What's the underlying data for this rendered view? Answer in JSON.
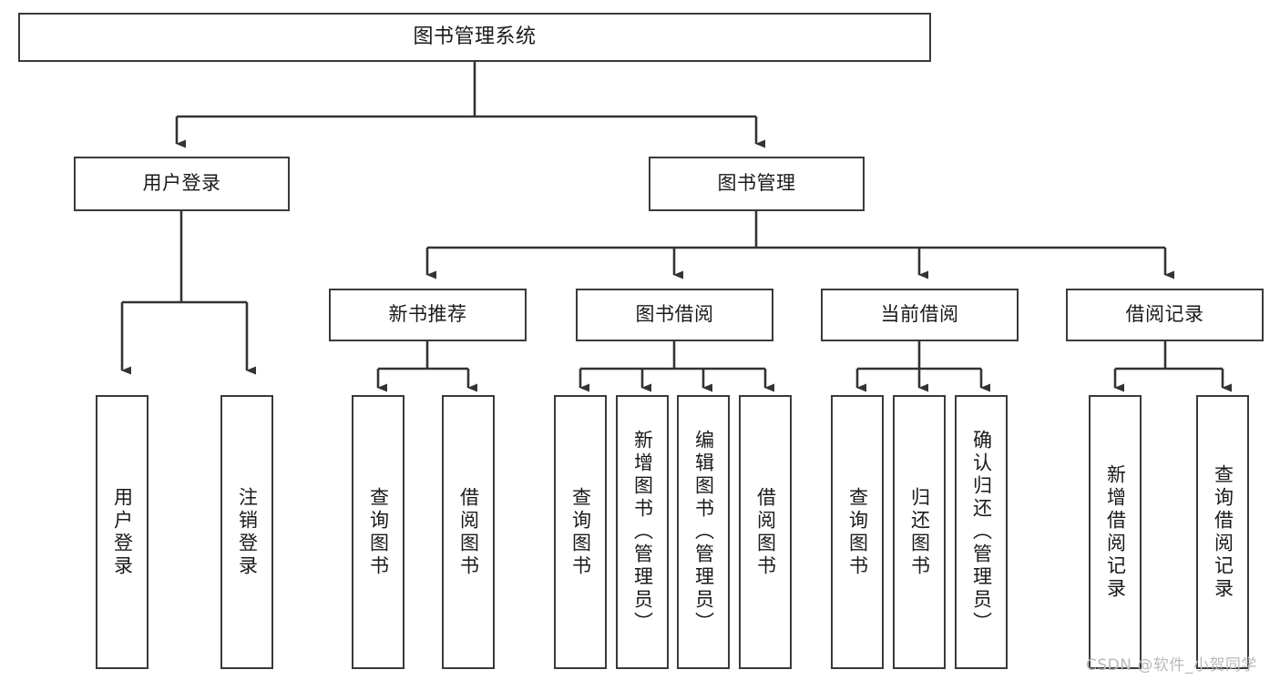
{
  "diagram": {
    "title": "图书管理系统",
    "type": "功能结构图",
    "style": {
      "box_border_color": "#3a3a3a",
      "box_fill_color": "#ffffff",
      "connector_color": "#333333",
      "text_color": "#1a1a1a",
      "background": "#ffffff",
      "watermark_color": "#b9b9b9"
    },
    "watermark": "CSDN @软件_小贺同学",
    "nodes": {
      "root": {
        "label": "图书管理系统"
      },
      "level2": [
        {
          "id": "user-login",
          "label": "用户登录"
        },
        {
          "id": "book-manage",
          "label": "图书管理"
        }
      ],
      "level3": [
        {
          "id": "new-book-recommend",
          "label": "新书推荐"
        },
        {
          "id": "book-borrow",
          "label": "图书借阅"
        },
        {
          "id": "current-borrow",
          "label": "当前借阅"
        },
        {
          "id": "borrow-record",
          "label": "借阅记录"
        }
      ],
      "leaves": {
        "user-login": [
          {
            "id": "leaf-user-login",
            "label": "用户登录"
          },
          {
            "id": "leaf-logout",
            "label": "注销登录"
          }
        ],
        "new-book-recommend": [
          {
            "id": "leaf-query-book-1",
            "label": "查询图书"
          },
          {
            "id": "leaf-borrow-book-1",
            "label": "借阅图书"
          }
        ],
        "book-borrow": [
          {
            "id": "leaf-query-book-2",
            "label": "查询图书"
          },
          {
            "id": "leaf-add-book",
            "label": "新增图书（管理员）"
          },
          {
            "id": "leaf-edit-book",
            "label": "编辑图书（管理员）"
          },
          {
            "id": "leaf-borrow-book-2",
            "label": "借阅图书"
          }
        ],
        "current-borrow": [
          {
            "id": "leaf-query-book-3",
            "label": "查询图书"
          },
          {
            "id": "leaf-return-book",
            "label": "归还图书"
          },
          {
            "id": "leaf-confirm-return",
            "label": "确认归还（管理员）"
          }
        ],
        "borrow-record": [
          {
            "id": "leaf-add-record",
            "label": "新增借阅记录"
          },
          {
            "id": "leaf-query-record",
            "label": "查询借阅记录"
          }
        ]
      }
    }
  }
}
